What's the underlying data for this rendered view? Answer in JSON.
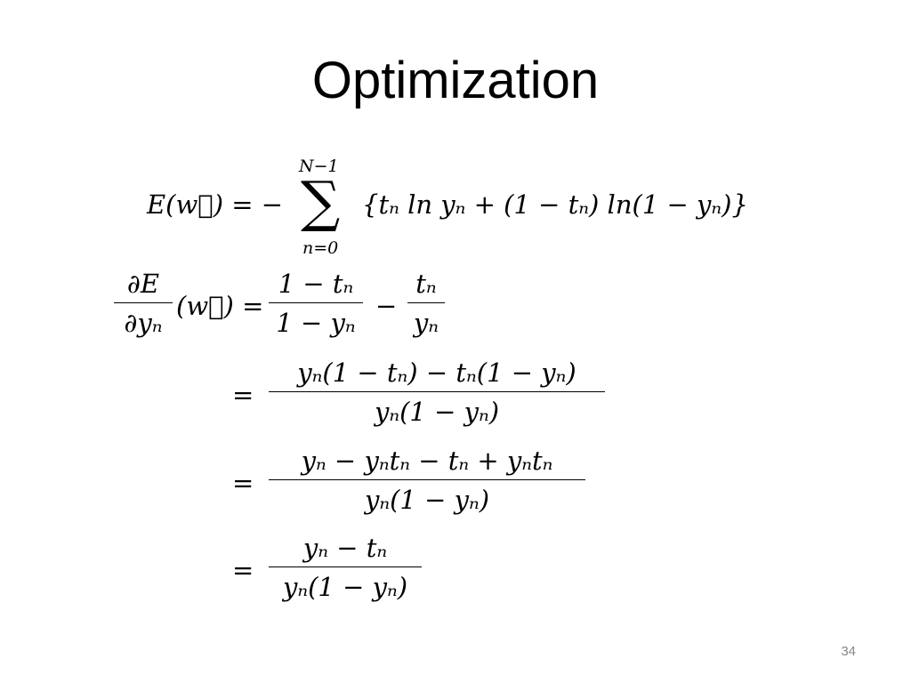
{
  "slide": {
    "title": "Optimization",
    "page_number": "34"
  },
  "equations": {
    "eq1": {
      "lhs": "E(w⃗) = −",
      "sum_upper": "N−1",
      "sum_lower": "n=0",
      "sum_symbol": "∑",
      "body": "{tₙ ln yₙ + (1 − tₙ) ln(1 − yₙ)}"
    },
    "eq2": {
      "lhs_num": "∂E",
      "lhs_den": "∂yₙ",
      "lhs_arg": "(w⃗) =",
      "frac1_num": "1 − tₙ",
      "frac1_den": "1 − yₙ",
      "minus": "−",
      "frac2_num": "tₙ",
      "frac2_den": "yₙ"
    },
    "eq3": {
      "eq": "=",
      "num": "yₙ(1 − tₙ) − tₙ(1 − yₙ)",
      "den": "yₙ(1 − yₙ)"
    },
    "eq4": {
      "eq": "=",
      "num": "yₙ − yₙtₙ − tₙ + yₙtₙ",
      "den": "yₙ(1 − yₙ)"
    },
    "eq5": {
      "eq": "=",
      "num": "yₙ − tₙ",
      "den": "yₙ(1 − yₙ)"
    }
  }
}
